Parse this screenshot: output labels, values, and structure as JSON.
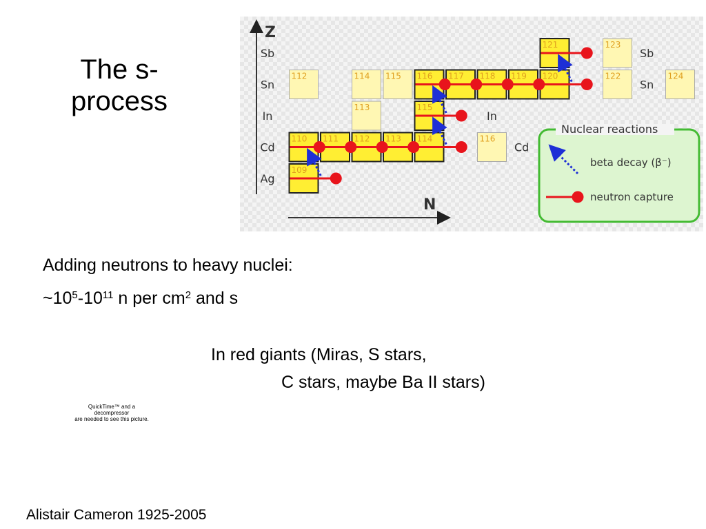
{
  "slide": {
    "title_line1": "The s-",
    "title_line2": "process",
    "line1": "Adding neutrons to heavy nuclei:",
    "line2": {
      "pre": "~10",
      "sup1": "5",
      "mid1": "-10",
      "sup2": "11",
      "mid2": " n per cm",
      "sup3": "2",
      "post": " and s"
    },
    "line3": "In red giants (Miras, S stars,",
    "line4": "C stars, maybe Ba II stars)",
    "qt1": "QuickTime™ and a",
    "qt2": "decompressor",
    "qt3": "are needed to see this picture.",
    "credit": "Alistair Cameron 1925-2005"
  },
  "diagram": {
    "axis_z": "Z",
    "axis_n": "N",
    "rows": [
      "Sb",
      "Sn",
      "In",
      "Cd",
      "Ag"
    ],
    "side_labels": [
      {
        "text": "Sb",
        "row": 0
      },
      {
        "text": "Sn",
        "row": 1
      },
      {
        "text": "In",
        "row": 2
      },
      {
        "text": "Cd",
        "row": 3
      }
    ],
    "cells": [
      {
        "label": "121",
        "col": 9,
        "row": 0,
        "on_path": true
      },
      {
        "label": "123",
        "col": 11,
        "row": 0,
        "on_path": false
      },
      {
        "label": "112",
        "col": 1,
        "row": 1,
        "on_path": false
      },
      {
        "label": "114",
        "col": 3,
        "row": 1,
        "on_path": false
      },
      {
        "label": "115",
        "col": 4,
        "row": 1,
        "on_path": false
      },
      {
        "label": "116",
        "col": 5,
        "row": 1,
        "on_path": true
      },
      {
        "label": "117",
        "col": 6,
        "row": 1,
        "on_path": true
      },
      {
        "label": "118",
        "col": 7,
        "row": 1,
        "on_path": true
      },
      {
        "label": "119",
        "col": 8,
        "row": 1,
        "on_path": true
      },
      {
        "label": "120",
        "col": 9,
        "row": 1,
        "on_path": true
      },
      {
        "label": "122",
        "col": 11,
        "row": 1,
        "on_path": false
      },
      {
        "label": "124",
        "col": 13,
        "row": 1,
        "on_path": false
      },
      {
        "label": "113",
        "col": 3,
        "row": 2,
        "on_path": false
      },
      {
        "label": "115",
        "col": 5,
        "row": 2,
        "on_path": true
      },
      {
        "label": "110",
        "col": 1,
        "row": 3,
        "on_path": true
      },
      {
        "label": "111",
        "col": 2,
        "row": 3,
        "on_path": true
      },
      {
        "label": "112",
        "col": 3,
        "row": 3,
        "on_path": true
      },
      {
        "label": "113",
        "col": 4,
        "row": 3,
        "on_path": true
      },
      {
        "label": "114",
        "col": 5,
        "row": 3,
        "on_path": true
      },
      {
        "label": "116",
        "col": 7,
        "row": 3,
        "on_path": false
      },
      {
        "label": "109",
        "col": 1,
        "row": 4,
        "on_path": true
      }
    ],
    "captures": [
      {
        "row": 4,
        "from": 1,
        "to": 1.5
      },
      {
        "row": 3,
        "from": 1,
        "to": 5.5
      },
      {
        "row": 2,
        "from": 5,
        "to": 5.5
      },
      {
        "row": 1,
        "from": 5,
        "to": 9.5
      },
      {
        "row": 0,
        "from": 9,
        "to": 9.5
      }
    ],
    "decays": [
      {
        "from_col": 1.5,
        "from_row": 4,
        "to_col": 1,
        "to_row": 3
      },
      {
        "from_col": 5.5,
        "from_row": 3,
        "to_col": 5,
        "to_row": 2
      },
      {
        "from_col": 5.5,
        "from_row": 2,
        "to_col": 5,
        "to_row": 1
      },
      {
        "from_col": 9.5,
        "from_row": 1,
        "to_col": 9,
        "to_row": 0
      }
    ],
    "legend": {
      "title": "Nuclear reactions",
      "beta": "beta decay (β⁻)",
      "neutron": "neutron capture"
    },
    "colors": {
      "path_cell": "#ffee33",
      "other_cell": "#fff7b3",
      "cell_text": "#e0a020",
      "capture": "#e8141c",
      "decay": "#1e2fd6",
      "legend_border": "#44bb33",
      "legend_fill": "#ddf5d0"
    }
  }
}
